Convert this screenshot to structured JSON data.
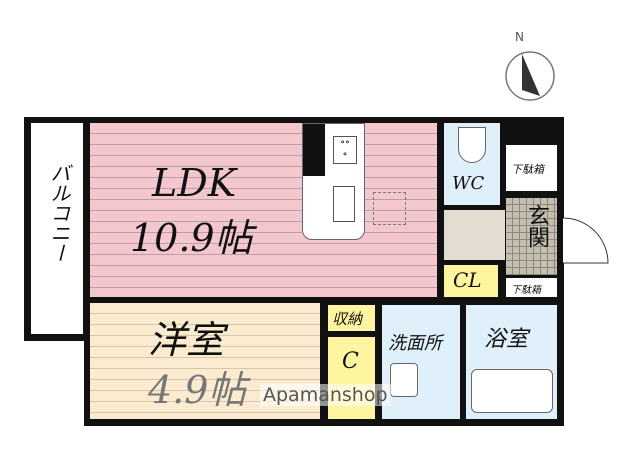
{
  "compass": {
    "north_label": "N"
  },
  "rooms": {
    "balcony": "バルコニー",
    "ldk_name": "LDK",
    "ldk_size": "10.9帖",
    "western_name": "洋室",
    "western_size": "4.9帖",
    "storage": "収納",
    "closet_c": "C",
    "washroom": "洗面所",
    "bathroom": "浴室",
    "wc": "WC",
    "closet_cl": "CL",
    "entrance": "玄関",
    "shoe_box_top": "下駄箱",
    "shoe_box_bottom": "下駄箱"
  },
  "watermark": "Apamanshop",
  "colors": {
    "ldk": "#f4c6cd",
    "western": "#fbebd0",
    "wet": "#dff0fa",
    "closet": "#fdf5a0",
    "entrance": "#bdb7a8"
  }
}
